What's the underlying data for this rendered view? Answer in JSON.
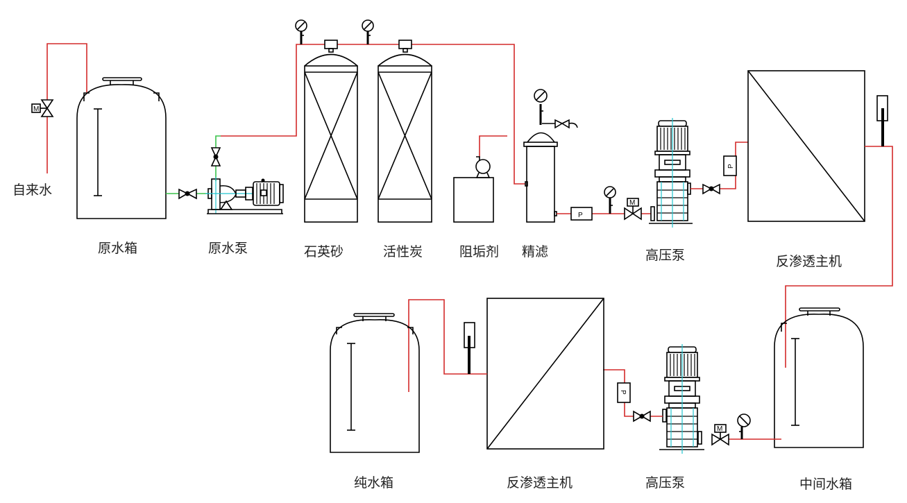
{
  "diagram": {
    "title": "反渗透水处理工艺流程图",
    "colors": {
      "pipe_supply": "#d42a2a",
      "pipe_suction": "#39c24a",
      "outline": "#000000",
      "pump_axis": "#21c4cf"
    },
    "labels": {
      "tap_water": "自来水",
      "raw_water_tank": "原水箱",
      "raw_water_pump": "原水泵",
      "quartz_sand_filter": "石英砂",
      "activated_carbon_filter": "活性炭",
      "antiscalant": "阻垢剂",
      "precision_filter": "精滤",
      "high_pressure_pump_1": "高压泵",
      "ro_unit_1": "反渗透主机",
      "intermediate_tank": "中间水箱",
      "high_pressure_pump_2": "高压泵",
      "ro_unit_2": "反渗透主机",
      "pure_water_tank": "纯水箱"
    },
    "symbols": {
      "motor_valve": "M",
      "pressure_switch": "P"
    }
  }
}
